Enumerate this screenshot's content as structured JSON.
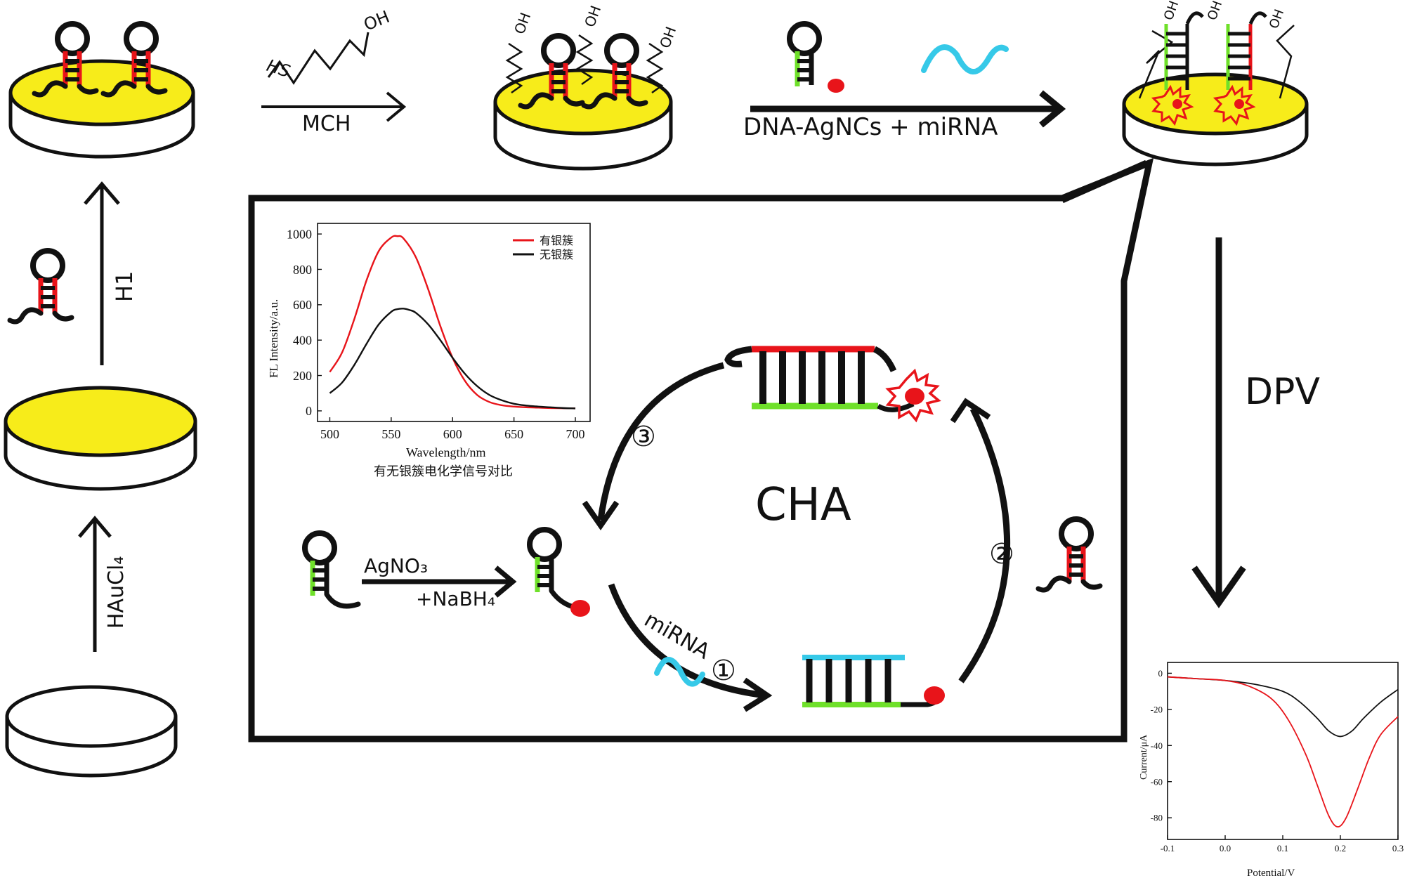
{
  "labels": {
    "mch": "MCH",
    "hs": "HS",
    "oh": "OH",
    "dna_agncs_mirna": "DNA-AgNCs + miRNA",
    "h1": "H1",
    "haucl4": "HAuCl₄",
    "dpv": "DPV",
    "cha": "CHA",
    "agno3": "AgNO₃",
    "nabh4": "+NaBH₄",
    "mirna": "miRNA",
    "step1": "①",
    "step2": "②",
    "step3": "③"
  },
  "colors": {
    "gold": "#f7ec1a",
    "black": "#111111",
    "red": "#e8141a",
    "green": "#6fe02a",
    "cyan": "#36c9e8"
  },
  "chart_data": [
    {
      "type": "line",
      "caption": "有无银簇电化学信号对比",
      "xlabel": "Wavelength/nm",
      "ylabel": "FL Intensity/a.u.",
      "xlim": [
        490,
        712
      ],
      "ylim": [
        -60,
        1060
      ],
      "xticks": [
        500,
        550,
        600,
        650,
        700
      ],
      "yticks": [
        0,
        200,
        400,
        600,
        800,
        1000
      ],
      "legend_position": "top-right",
      "series": [
        {
          "name": "有银簇",
          "color": "#e8141a",
          "x": [
            500,
            510,
            520,
            530,
            540,
            550,
            555,
            560,
            570,
            580,
            590,
            600,
            610,
            620,
            630,
            640,
            650,
            660,
            670,
            680,
            690,
            700
          ],
          "y": [
            220,
            330,
            520,
            740,
            905,
            980,
            988,
            975,
            870,
            690,
            480,
            300,
            170,
            90,
            50,
            32,
            24,
            20,
            18,
            16,
            15,
            14
          ]
        },
        {
          "name": "无银簇",
          "color": "#111111",
          "x": [
            500,
            510,
            520,
            530,
            540,
            550,
            555,
            560,
            565,
            570,
            580,
            590,
            600,
            610,
            620,
            630,
            640,
            650,
            660,
            670,
            680,
            690,
            700
          ],
          "y": [
            100,
            160,
            260,
            380,
            490,
            560,
            575,
            578,
            570,
            555,
            490,
            400,
            300,
            210,
            140,
            90,
            60,
            40,
            30,
            24,
            20,
            16,
            14
          ]
        }
      ]
    },
    {
      "type": "line",
      "xlabel": "Potential/V",
      "ylabel": "Current/μA",
      "xlim": [
        -0.1,
        0.3
      ],
      "ylim": [
        -92,
        6
      ],
      "xticks": [
        "-0.1",
        "0.0",
        "0.1",
        "0.2",
        "0.3"
      ],
      "yticks": [
        "0",
        "-20",
        "-40",
        "-60",
        "-80"
      ],
      "series": [
        {
          "color": "#111111",
          "x": [
            -0.1,
            -0.05,
            0.0,
            0.05,
            0.1,
            0.13,
            0.16,
            0.18,
            0.2,
            0.22,
            0.24,
            0.27,
            0.3
          ],
          "y": [
            -2,
            -3,
            -4,
            -6,
            -10,
            -16,
            -25,
            -32,
            -35,
            -32,
            -25,
            -16,
            -9
          ]
        },
        {
          "color": "#e8141a",
          "x": [
            -0.1,
            -0.05,
            0.0,
            0.04,
            0.08,
            0.11,
            0.14,
            0.16,
            0.18,
            0.195,
            0.21,
            0.23,
            0.25,
            0.27,
            0.3
          ],
          "y": [
            -2,
            -3,
            -4,
            -7,
            -14,
            -26,
            -45,
            -62,
            -79,
            -85,
            -80,
            -64,
            -47,
            -34,
            -24
          ]
        }
      ]
    }
  ]
}
